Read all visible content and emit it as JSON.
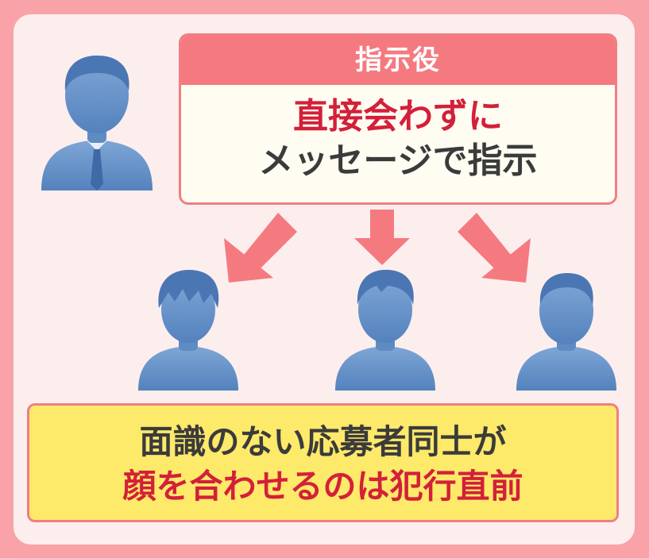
{
  "instructor": {
    "title": "指示役",
    "line1": "直接会わずに",
    "line2": "メッセージで指示"
  },
  "conclusion": {
    "line1": "面識のない応募者同士が",
    "line2": "顔を合わせるのは犯行直前"
  },
  "colors": {
    "background": "#f9a3a8",
    "panel": "#fdeeee",
    "accent": "#f47a80",
    "highlight_text": "#d3203a",
    "person": "#6a93c7",
    "conclusion_fill": "#fde96a"
  },
  "icons": [
    "boss-person-icon",
    "applicant-person-icon",
    "down-arrow-icon"
  ]
}
